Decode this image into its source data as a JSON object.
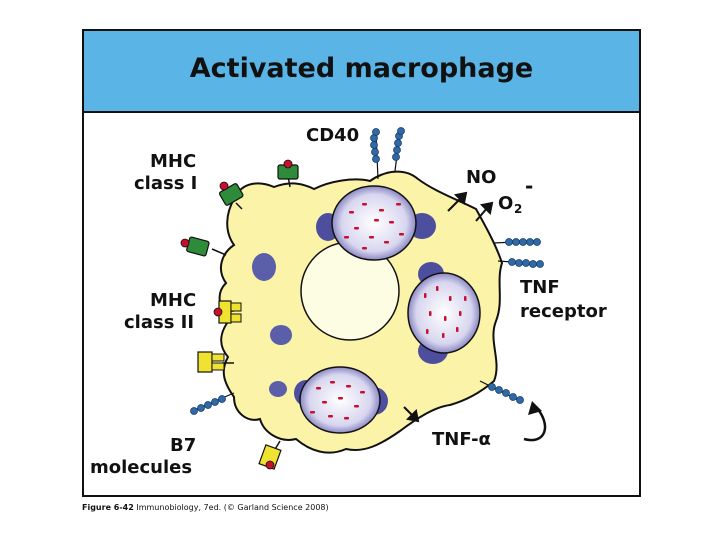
{
  "title": "Activated macrophage",
  "labels": {
    "cd40": "CD40",
    "mhc1_line1": "MHC",
    "mhc1_line2": "class I",
    "mhc2_line1": "MHC",
    "mhc2_line2": "class II",
    "b7_line1": "B7",
    "b7_line2": "molecules",
    "no": "NO",
    "o2": "O",
    "o2_sub": "2",
    "o2_sup": "-",
    "tnfr_line1": "TNF",
    "tnfr_line2": "receptor",
    "tnfa": "TNF-α"
  },
  "caption": {
    "figure": "Figure 6-42",
    "text": "Immunobiology, 7ed. (© Garland Science 2008)"
  },
  "colors": {
    "title_bar": "#5ab4e5",
    "cell": "#fbf3a8",
    "nucleus": "#fdfde4",
    "vesicle": "#5b5ea8",
    "mhc1": "#2e8b3a",
    "mhc2": "#f0e230",
    "peptide": "#c8102e",
    "receptor": "#2f6aa8"
  }
}
